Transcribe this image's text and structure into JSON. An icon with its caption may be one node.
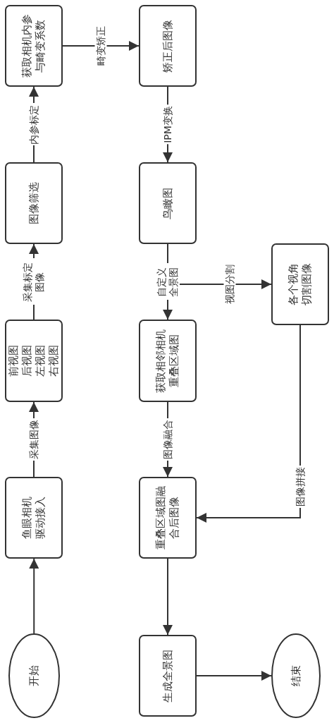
{
  "diagram": {
    "nodes": [
      {
        "text": [
          "开始"
        ]
      },
      {
        "text": [
          "鱼眼相机驱动接入"
        ]
      },
      {
        "text": [
          "前视图",
          "后视图",
          "左视图",
          "右视图"
        ]
      },
      {
        "text": [
          "图像筛选"
        ]
      },
      {
        "text": [
          "获取相机内参与畸变系数"
        ]
      },
      {
        "text": [
          "矫正后图像"
        ]
      },
      {
        "text": [
          "鸟瞰图"
        ]
      },
      {
        "text": [
          "获取相邻相机重叠区域图"
        ]
      },
      {
        "text": [
          "各个视角切割图像"
        ]
      },
      {
        "text": [
          "重叠区域图融合后图像"
        ]
      },
      {
        "text": [
          "生成全景图"
        ]
      },
      {
        "text": [
          "结束"
        ]
      }
    ],
    "edges": [
      {
        "from": 0,
        "to": 1,
        "arrow": "to"
      },
      {
        "from": 1,
        "to": 2,
        "arrow": "to",
        "label": "采集图像"
      },
      {
        "from": 2,
        "to": 3,
        "arrow": "to",
        "label": "采集标定图像"
      },
      {
        "from": 3,
        "to": 4,
        "arrow": "to",
        "label": "内参标定"
      },
      {
        "from": 4,
        "to": 5,
        "arrow": "to",
        "label": "畸变矫正"
      },
      {
        "from": 5,
        "to": 6,
        "arrow": "to",
        "label": "IPM变换"
      },
      {
        "from": 6,
        "to": 7,
        "arrow": "to",
        "label": "自定义全景图"
      },
      {
        "from": 6,
        "to": 8,
        "arrow": "to",
        "label": "视图分割"
      },
      {
        "from": 8,
        "to": 9,
        "arrow": "to",
        "label": "图像拼接"
      },
      {
        "from": 7,
        "to": 9,
        "arrow": "to",
        "label": "图像融合"
      },
      {
        "from": 9,
        "to": 10,
        "arrow": "to"
      },
      {
        "from": 10,
        "to": 11,
        "arrow": "to"
      }
    ]
  }
}
